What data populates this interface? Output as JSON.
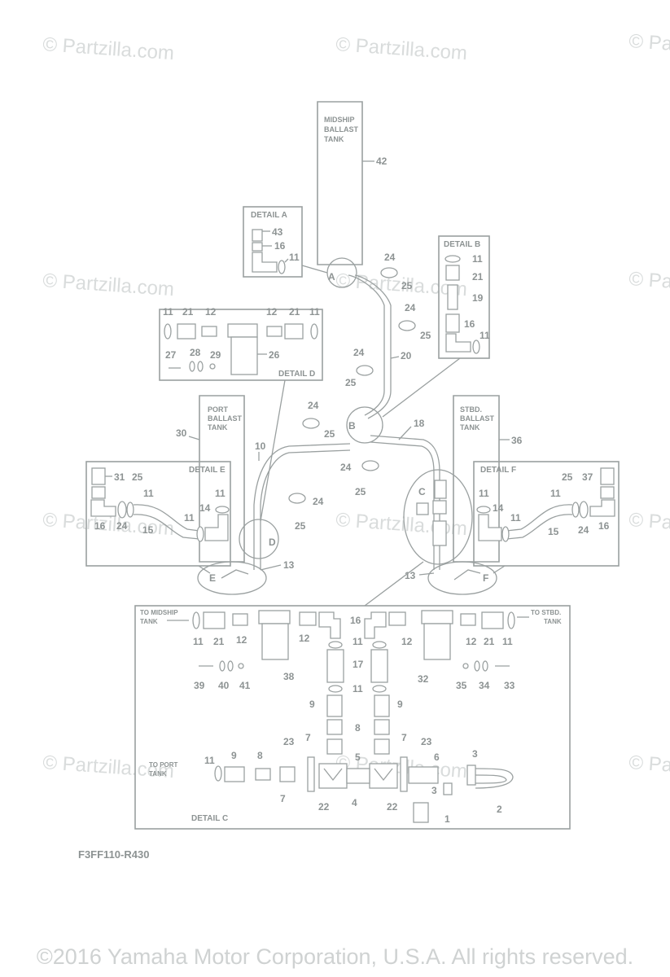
{
  "watermark": "© Partzilla.com",
  "tanks": {
    "midship": [
      "MIDSHIP",
      "BALLAST",
      "TANK"
    ],
    "port": [
      "PORT",
      "BALLAST",
      "TANK"
    ],
    "stbd": [
      "STBD.",
      "BALLAST",
      "TANK"
    ]
  },
  "details": {
    "a": "DETAIL A",
    "b": "DETAIL B",
    "c": "DETAIL C",
    "d": "DETAIL D",
    "e": "DETAIL E",
    "f": "DETAIL F"
  },
  "callouts": {
    "A": "A",
    "B": "B",
    "C": "C",
    "D": "D",
    "E": "E",
    "F": "F"
  },
  "notes": {
    "to_midship": [
      "TO MIDSHIP",
      "TANK"
    ],
    "to_stbd": [
      "TO STBD.",
      "TANK"
    ],
    "to_port": [
      "TO PORT",
      "TANK"
    ]
  },
  "parts": {
    "p1": "1",
    "p2": "2",
    "p3": "3",
    "p4": "4",
    "p5": "5",
    "p6": "6",
    "p7": "7",
    "p8": "8",
    "p9": "9",
    "p10": "10",
    "p11": "11",
    "p12": "12",
    "p13": "13",
    "p14": "14",
    "p15": "15",
    "p16": "16",
    "p17": "17",
    "p18": "18",
    "p19": "19",
    "p20": "20",
    "p21": "21",
    "p22": "22",
    "p23": "23",
    "p24": "24",
    "p25": "25",
    "p26": "26",
    "p27": "27",
    "p28": "28",
    "p29": "29",
    "p30": "30",
    "p31": "31",
    "p32": "32",
    "p33": "33",
    "p34": "34",
    "p35": "35",
    "p36": "36",
    "p37": "37",
    "p38": "38",
    "p39": "39",
    "p40": "40",
    "p41": "41",
    "p42": "42",
    "p43": "43"
  },
  "diagram_code": "F3FF110-R430",
  "copyright": "©2016 Yamaha Motor Corporation, U.S.A. All rights reserved."
}
